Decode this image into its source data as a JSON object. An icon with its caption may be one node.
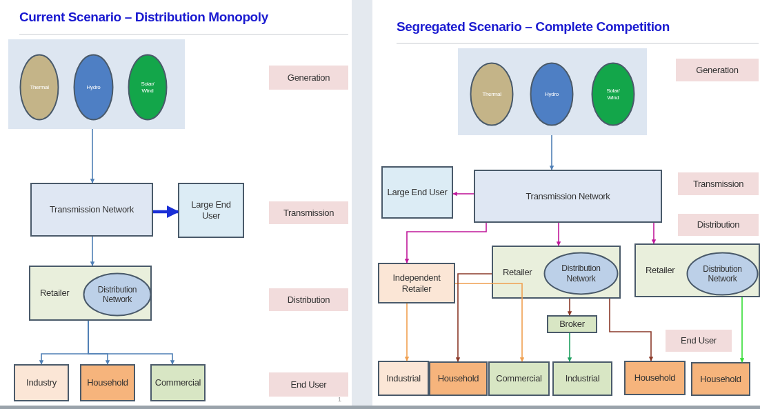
{
  "diagram": {
    "title": "Current Scenario – Distribution Monopoly",
    "nodes": [
      {
        "text": [],
        "shape": "box"
      },
      {
        "text": [
          "Thermal"
        ],
        "in": 0
      },
      {
        "text": [
          "Hydro"
        ],
        "in": 0
      },
      {
        "text": [
          "Solar/ Wind"
        ],
        "in": 0
      },
      {
        "text": [
          "Generation"
        ]
      },
      {
        "text": [
          "Transmission Network"
        ]
      },
      {
        "text": [
          "Large End User"
        ]
      },
      {
        "text": [
          "Transmission"
        ]
      },
      {
        "text": [
          "Retailer"
        ]
      },
      {
        "text": [
          "Distribution Network"
        ],
        "in": 8
      },
      {
        "text": [
          "Distribution"
        ]
      },
      {
        "text": [
          "Industry"
        ]
      },
      {
        "text": [
          "Household"
        ]
      },
      {
        "text": [
          "Commercial"
        ]
      },
      {
        "text": [
          "End User"
        ]
      },
      {
        "text": [],
        "shape": "box"
      },
      {
        "text": [
          "Thermal"
        ],
        "in": 15
      },
      {
        "text": [
          "Hydro"
        ],
        "in": 15
      },
      {
        "text": [
          "Solar/ Wind"
        ],
        "in": 15
      },
      {
        "text": [
          "Generation"
        ]
      },
      {
        "text": [
          "Large End User"
        ]
      },
      {
        "text": [
          "Transmission Network"
        ]
      },
      {
        "text": [
          "Transmission"
        ]
      },
      {
        "text": [
          "Distribution"
        ]
      },
      {
        "text": [
          "Independent Retailer"
        ]
      },
      {
        "text": [
          "Retailer"
        ]
      },
      {
        "text": [
          "Distribution Network"
        ],
        "in": 25
      },
      {
        "text": [
          "Retailer"
        ]
      },
      {
        "text": [
          "Distribution Network"
        ],
        "in": 27
      },
      {
        "text": [
          "Broker"
        ]
      },
      {
        "text": [
          "End User"
        ]
      },
      {
        "text": [
          "Industrial"
        ]
      },
      {
        "text": [
          "Household"
        ]
      },
      {
        "text": [
          "Commercial"
        ]
      },
      {
        "text": [
          "Industrial"
        ]
      },
      {
        "text": [
          "Household"
        ]
      },
      {
        "text": [
          "Household"
        ]
      }
    ],
    "edges": [
      {
        "from": 0,
        "to": 5,
        "arrow": "to"
      },
      {
        "from": 5,
        "to": 6,
        "arrow": "to",
        "style": "thick",
        "color": "#1a2fd6"
      },
      {
        "from": 5,
        "to": 8,
        "arrow": "to"
      },
      {
        "from": 8,
        "to": 11,
        "arrow": "to"
      },
      {
        "from": 8,
        "to": 12,
        "arrow": "to"
      },
      {
        "from": 8,
        "to": 13,
        "arrow": "to"
      },
      {
        "from": 15,
        "to": 21,
        "arrow": "to"
      },
      {
        "from": 21,
        "to": 20,
        "arrow": "to",
        "color": "#c0189a"
      },
      {
        "from": 21,
        "to": 24,
        "arrow": "to",
        "color": "#c0189a"
      },
      {
        "from": 21,
        "to": 25,
        "arrow": "to",
        "color": "#c0189a"
      },
      {
        "from": 21,
        "to": 27,
        "arrow": "to",
        "color": "#c0189a"
      },
      {
        "from": 24,
        "to": 31,
        "arrow": "to",
        "color": "#f0a050"
      },
      {
        "from": 24,
        "to": 33,
        "arrow": "to",
        "color": "#f0a050"
      },
      {
        "from": 25,
        "to": 32,
        "arrow": "to",
        "color": "#8b3a2a"
      },
      {
        "from": 25,
        "to": 29,
        "arrow": "to",
        "color": "#8b3a2a"
      },
      {
        "from": 29,
        "to": 34,
        "arrow": "to",
        "color": "#1fa060"
      },
      {
        "from": 25,
        "to": 35,
        "arrow": "to",
        "color": "#8b3a2a"
      },
      {
        "from": 27,
        "to": 36,
        "arrow": "to",
        "color": "#33dd33"
      }
    ],
    "labels": [
      "Segregated Scenario – Complete Competition",
      "1"
    ]
  }
}
